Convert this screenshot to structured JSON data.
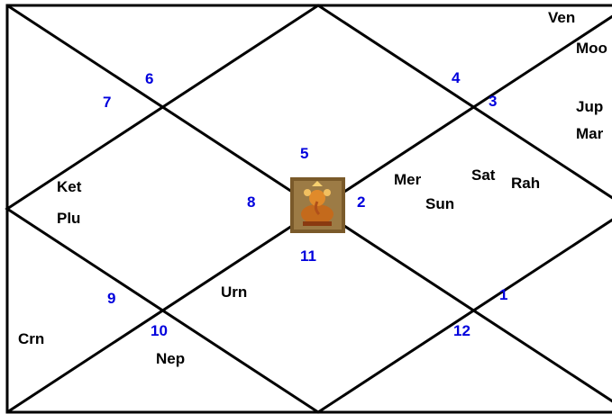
{
  "colors": {
    "line": "#000000",
    "house_number": "#0000dd",
    "planet_label": "#000000",
    "background": "#ffffff"
  },
  "center_emblem": {
    "icon": "ganesha-emblem-icon"
  },
  "house_numbers": [
    "1",
    "2",
    "3",
    "4",
    "5",
    "6",
    "7",
    "8",
    "9",
    "10",
    "11",
    "12"
  ],
  "planets": {
    "ven": "Ven",
    "moo": "Moo",
    "jup": "Jup",
    "mar": "Mar",
    "ket": "Ket",
    "plu": "Plu",
    "mer": "Mer",
    "sun": "Sun",
    "sat": "Sat",
    "rah": "Rah",
    "urn": "Urn",
    "crn": "Crn",
    "nep": "Nep"
  }
}
